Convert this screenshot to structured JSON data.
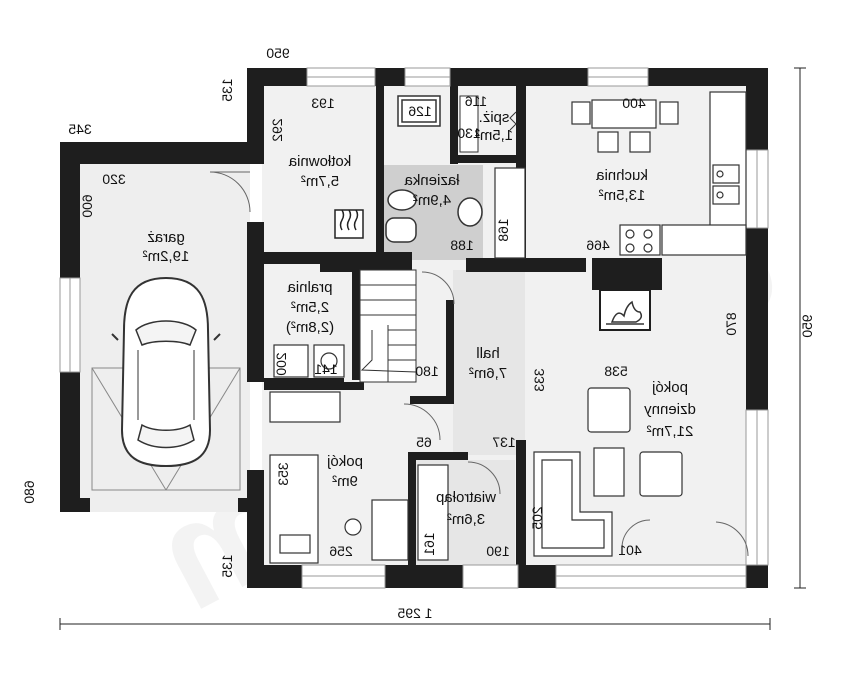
{
  "watermark": "extradom",
  "overall_dimensions": {
    "width": "1 295",
    "depth": "950",
    "top_width": "950",
    "garage_width": "345",
    "left_depth": "680",
    "left_top_offset": "135",
    "left_bottom_offset": "135"
  },
  "rooms": {
    "garage": {
      "name": "garaż",
      "area": "19,2m²",
      "dim_width": "320",
      "dim_depth": "600"
    },
    "boiler_room": {
      "name": "kotłownia",
      "area": "5,7m²",
      "dim_width": "193",
      "dim_depth": "292"
    },
    "bathroom": {
      "name": "łazienka",
      "area": "4,9m²",
      "dim_width": "188",
      "bath_size": "126"
    },
    "pantry": {
      "name": "spiż.",
      "area": "1,5m²",
      "dim_width": "116",
      "dim_depth": "130"
    },
    "kitchen": {
      "name": "kuchnia",
      "area": "13,5m²",
      "dim_width": "400",
      "dim_depth": "466",
      "counter": "168"
    },
    "laundry": {
      "name": "pralnia",
      "area": "2,5m²",
      "area_alt": "(2,8m²)",
      "dim_a": "141",
      "dim_b": "200"
    },
    "hall": {
      "name": "hall",
      "area": "7,6m²",
      "dim_a": "180",
      "dim_b": "333",
      "dim_c": "137",
      "dim_d": "65"
    },
    "living_room": {
      "name_line1": "pokój",
      "name_line2": "dzienny",
      "area": "21,7m²",
      "dim_width": "538",
      "dim_depth": "870",
      "dim_bottom": "401"
    },
    "bedroom": {
      "name": "pokój",
      "area": "9m²",
      "dim_width": "256",
      "dim_depth": "353"
    },
    "wardrobe": {
      "name": "wiatrołap",
      "area": "3,6m²",
      "dim_width": "190",
      "dim_depth": "205",
      "dim_small": "161"
    }
  }
}
